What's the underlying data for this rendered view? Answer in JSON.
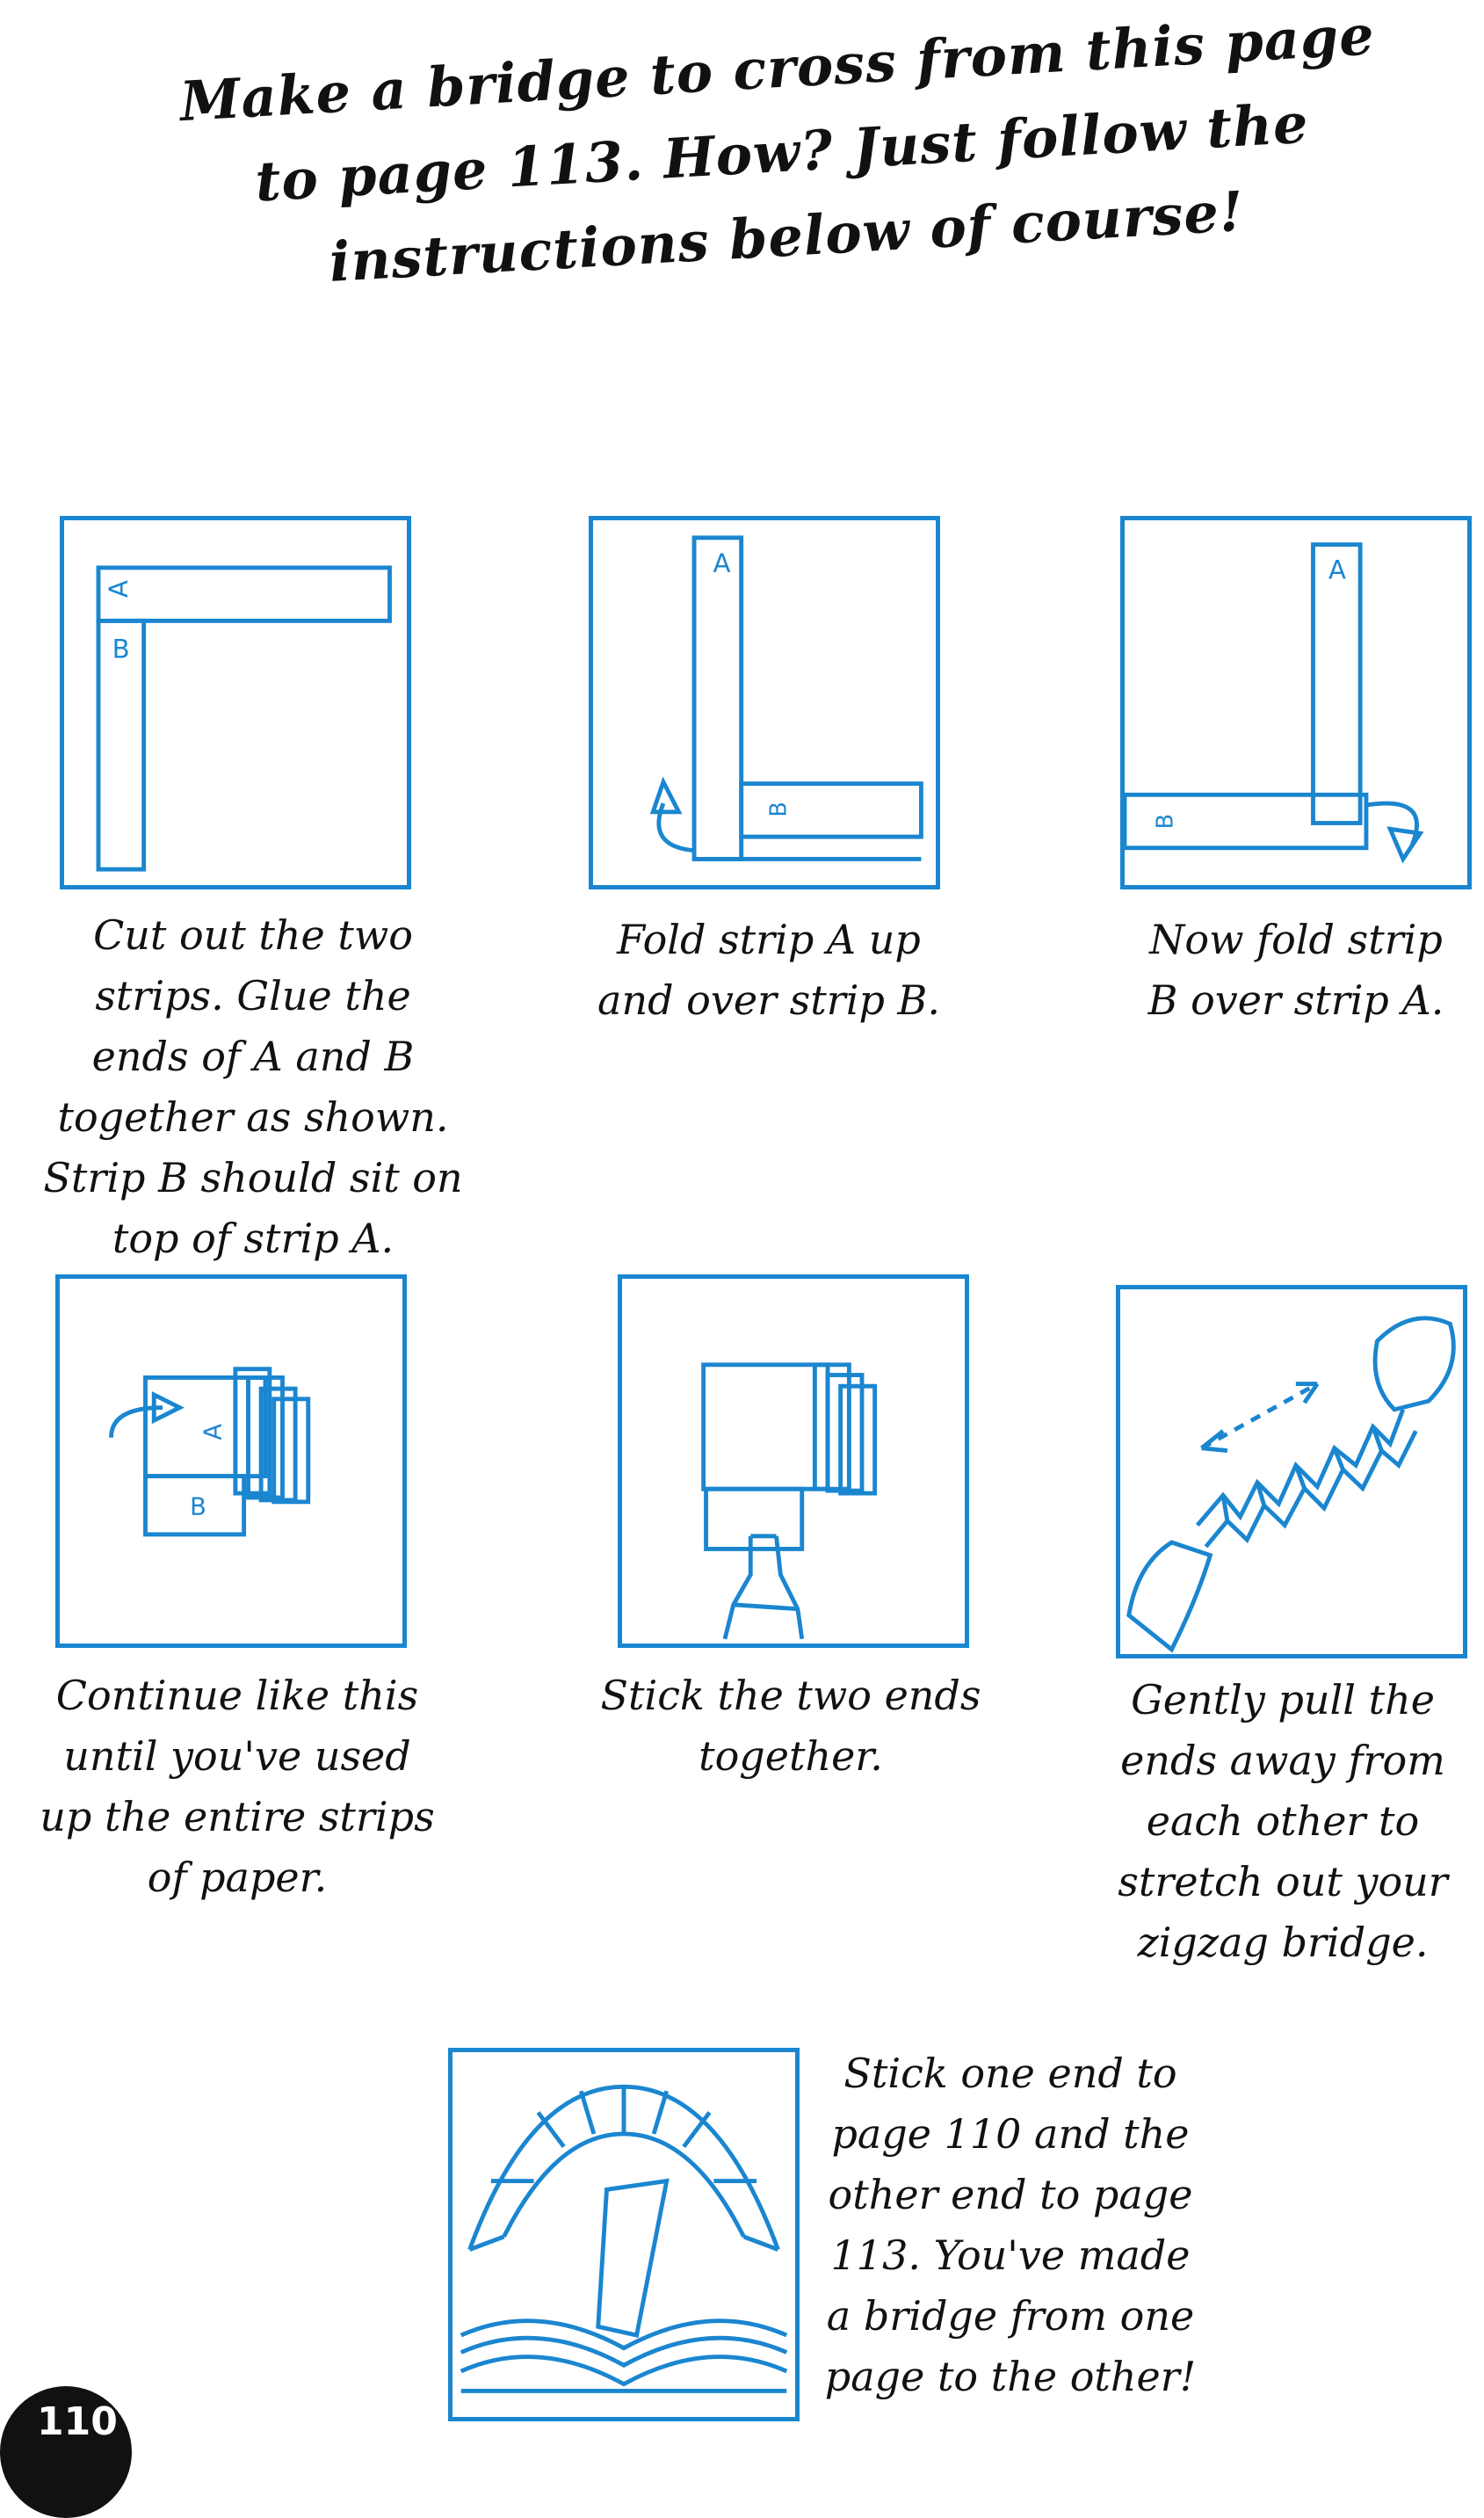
{
  "heading": {
    "line1": "Make a bridge to cross from this page",
    "line2": "to page 113. How? Just follow the",
    "line3": "instructions below of course!"
  },
  "steps": [
    {
      "lines": [
        "Cut out the two",
        "strips. Glue the",
        "ends of A and B",
        "together as shown.",
        "Strip B should sit on",
        "top of strip A."
      ],
      "labels": [
        "A",
        "B"
      ]
    },
    {
      "lines": [
        "Fold strip A up",
        "and over strip B."
      ],
      "labels": [
        "A",
        "B"
      ]
    },
    {
      "lines": [
        "Now fold strip",
        "B over strip A."
      ],
      "labels": [
        "A",
        "B"
      ]
    },
    {
      "lines": [
        "Continue like this",
        "until you've used",
        "up the entire strips",
        "of paper."
      ],
      "labels": [
        "A",
        "B"
      ]
    },
    {
      "lines": [
        "Stick the two ends",
        "together."
      ]
    },
    {
      "lines": [
        "Gently pull the",
        "ends away from",
        "each other to",
        "stretch out your",
        "zigzag bridge."
      ]
    },
    {
      "lines": [
        "Stick one end to",
        "page 110 and the",
        "other end to page",
        "113. You've made",
        "a bridge from one",
        "page to the other!"
      ]
    }
  ],
  "page_number": "110",
  "colors": {
    "accent": "#1b86d0",
    "ink": "#111111"
  }
}
